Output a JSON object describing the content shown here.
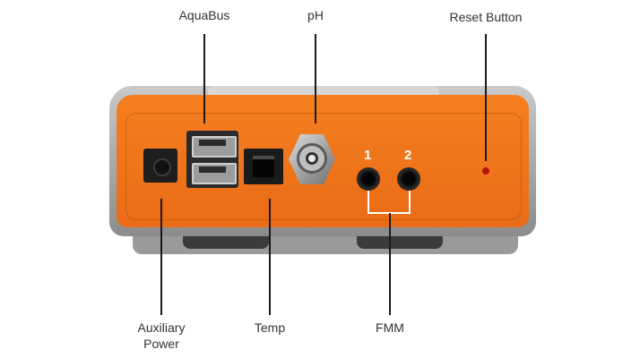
{
  "labels": {
    "aquabus": "AquaBus",
    "ph": "pH",
    "reset": "Reset Button",
    "aux_line1": "Auxiliary",
    "aux_line2": "Power",
    "temp": "Temp",
    "fmm": "FMM"
  },
  "jack_numbers": {
    "one": "1",
    "two": "2"
  },
  "colors": {
    "panel_orange": "#f57f1f",
    "housing_grey": "#9a9a9a",
    "reset_led": "#b11a08"
  }
}
